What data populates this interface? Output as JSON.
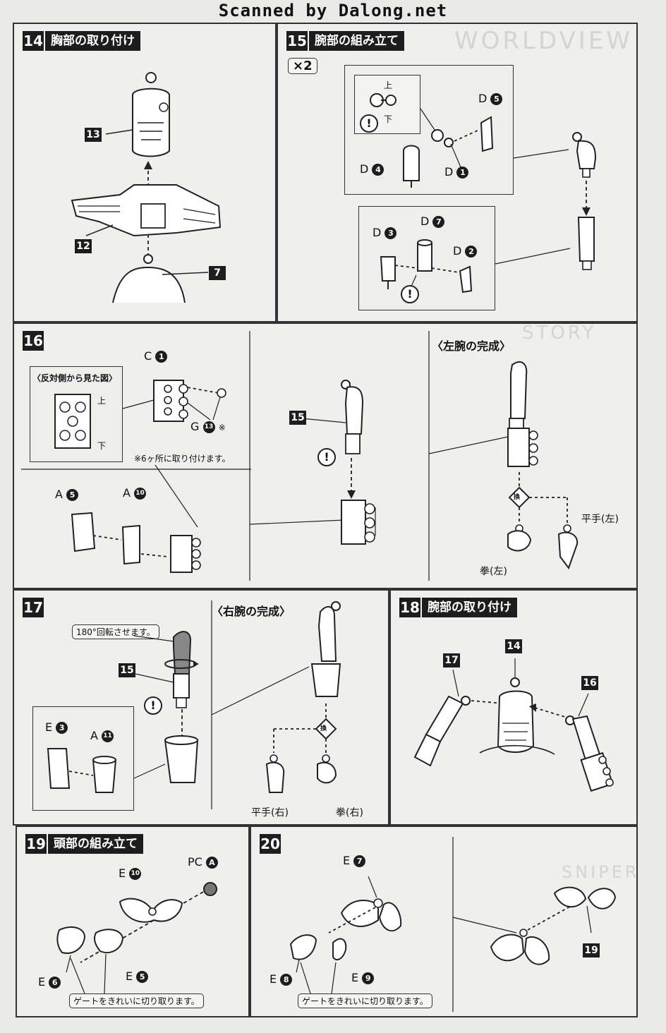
{
  "header": "Scanned by Dalong.net",
  "ghost_text": "WORLDVIEW",
  "ghost_story": "STORY",
  "ghost_sniper": "SNIPER",
  "steps": {
    "s14": {
      "num": "14",
      "title": "胸部の取り付け",
      "parts": [
        "13",
        "12",
        "7"
      ]
    },
    "s15": {
      "num": "15",
      "title": "腕部の組み立て",
      "multiplier": "×2",
      "up": "上",
      "down": "下",
      "parts": {
        "d1": "1",
        "d2": "2",
        "d3": "3",
        "d4": "4",
        "d5": "5",
        "d7": "7"
      },
      "runner": "D"
    },
    "s16": {
      "num": "16",
      "view_label": "〈反対側から見た図〉",
      "up": "上",
      "down": "下",
      "note": "※6ヶ所に取り付けます。",
      "c1": "C",
      "g13": "G",
      "a5": "A",
      "a10": "A",
      "complete": "〈左腕の完成〉",
      "ref": "15",
      "flat_left": "平手(左)",
      "fist_left": "拳(左)",
      "asterisk": "※"
    },
    "s17": {
      "num": "17",
      "rotate_note": "180°回転させます。",
      "ref": "15",
      "e3": "E",
      "a11": "A",
      "complete": "〈右腕の完成〉",
      "flat_right": "平手(右)",
      "fist_right": "拳(右)"
    },
    "s18": {
      "num": "18",
      "title": "腕部の取り付け",
      "refs": [
        "17",
        "14",
        "16"
      ]
    },
    "s19": {
      "num": "19",
      "title": "頭部の組み立て",
      "pc": "PC",
      "pc_part": "A",
      "e10": "E",
      "e6": "E",
      "e5": "E",
      "gate_note": "ゲートをきれいに切り取ります。"
    },
    "s20": {
      "num": "20",
      "e7": "E",
      "e8": "E",
      "e9": "E",
      "gate_note": "ゲートをきれいに切り取ります。",
      "ref": "19"
    }
  },
  "part_numbers": {
    "n1": "1",
    "n2": "2",
    "n3": "3",
    "n4": "4",
    "n5": "5",
    "n6": "6",
    "n7": "7",
    "n8": "8",
    "n9": "9",
    "n10": "10",
    "n11": "11",
    "n13": "13"
  },
  "icons": {
    "caution": "!",
    "swap": "換"
  }
}
